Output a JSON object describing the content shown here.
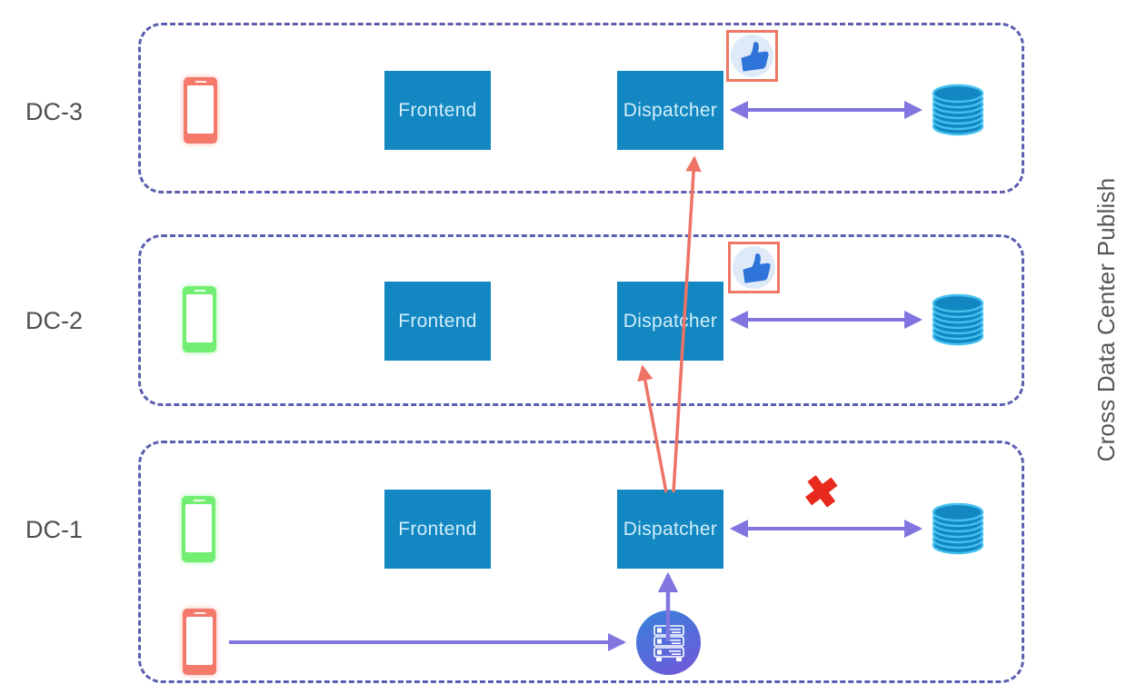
{
  "side_title": "Cross Data Center Publish",
  "zones": [
    {
      "id": "dc3",
      "label": "DC-3",
      "frontend": "Frontend",
      "dispatcher": "Dispatcher",
      "ack": "thumbs-up",
      "db_link": "ok"
    },
    {
      "id": "dc2",
      "label": "DC-2",
      "frontend": "Frontend",
      "dispatcher": "Dispatcher",
      "ack": "thumbs-up",
      "db_link": "ok"
    },
    {
      "id": "dc1",
      "label": "DC-1",
      "frontend": "Frontend",
      "dispatcher": "Dispatcher",
      "ack": "none",
      "db_link": "failed"
    }
  ],
  "marks": {
    "fail_glyph": "✖"
  },
  "icons": {
    "phone": "mobile-phone-icon",
    "database": "database-cylinder-icon",
    "thumbs_up": "thumbs-up-icon",
    "server": "server-rack-icon"
  },
  "colors": {
    "node_blue": "#1287c1",
    "node_text": "#d2edfa",
    "zone_border_purple": "#5c5fae",
    "arrow_purple": "#8175e0",
    "arrow_red": "#ee7366",
    "phone_red": "#f4796b",
    "phone_green": "#72ef72",
    "fail_red": "#e8291d",
    "db_stroke": "#45c1f0",
    "thumb_blue": "#2e74d9",
    "badge_border": "#ee7765",
    "label_gray": "#4f4f4f"
  }
}
